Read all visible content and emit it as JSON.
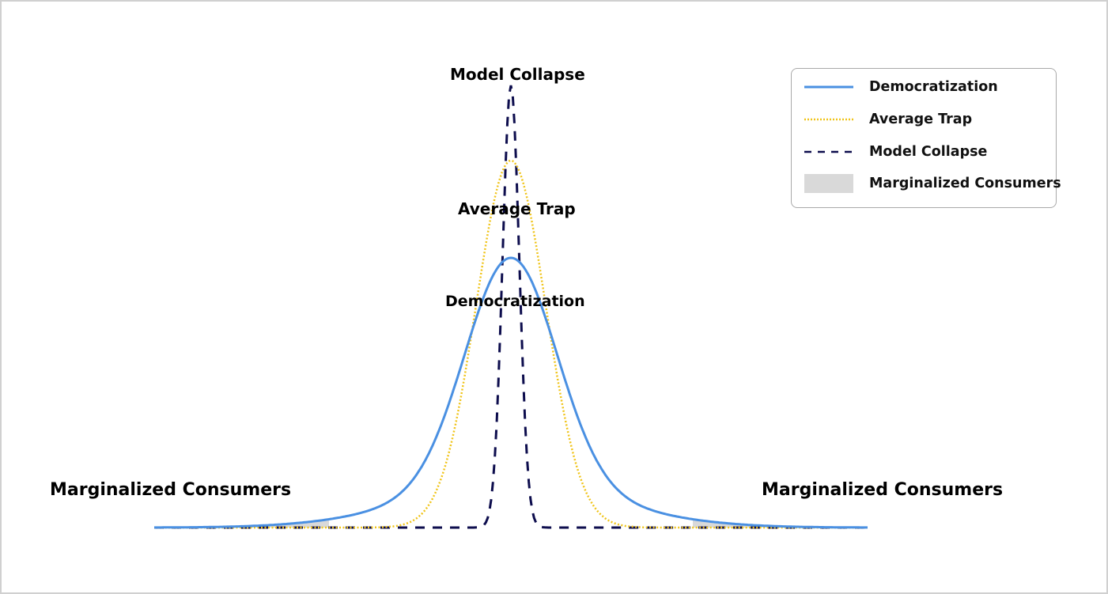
{
  "chart_data": {
    "type": "line",
    "title": "",
    "xlabel": "",
    "ylabel": "",
    "axes_visible": false,
    "grid": false,
    "legend_position": "upper right",
    "x_range": [
      -1,
      1
    ],
    "baseline": 0,
    "series": [
      {
        "name": "Democratization",
        "style": "solid",
        "color": "#4a90e2",
        "shape": "heavy-tailed bell",
        "peak_height": 0.61,
        "width_sigma": 0.26
      },
      {
        "name": "Average Trap",
        "style": "dotted",
        "color": "#f0c419",
        "shape": "gaussian",
        "peak_height": 0.83,
        "width_sigma": 0.195
      },
      {
        "name": "Model Collapse",
        "style": "dashed",
        "color": "#0d0d4d",
        "shape": "narrow gaussian",
        "peak_height": 1.0,
        "width_sigma": 0.047
      }
    ],
    "shaded_regions": [
      {
        "name": "Marginalized Consumers",
        "x_from": -1.0,
        "x_to": -0.51,
        "under": "Democratization",
        "color": "#d9d9d9"
      },
      {
        "name": "Marginalized Consumers",
        "x_from": 0.51,
        "x_to": 1.0,
        "under": "Democratization",
        "color": "#d9d9d9"
      }
    ],
    "annotations": [
      {
        "text": "Model Collapse",
        "at": "peak of Model Collapse"
      },
      {
        "text": "Average Trap",
        "at": "below peak of Average Trap"
      },
      {
        "text": "Democratization",
        "at": "below peak of Democratization"
      },
      {
        "text": "Marginalized Consumers",
        "at": "left tail"
      },
      {
        "text": "Marginalized Consumers",
        "at": "right tail"
      }
    ]
  },
  "annotations": {
    "model_collapse": "Model Collapse",
    "average_trap": "Average Trap",
    "democratization": "Democratization",
    "marginalized_left": "Marginalized Consumers",
    "marginalized_right": "Marginalized Consumers"
  },
  "legend": {
    "items": [
      {
        "label": "Democratization",
        "color": "#4a90e2",
        "style": "solid"
      },
      {
        "label": "Average Trap",
        "color": "#f0c419",
        "style": "dotted"
      },
      {
        "label": "Model Collapse",
        "color": "#0d0d4d",
        "style": "dashed"
      },
      {
        "label": "Marginalized Consumers",
        "color": "#d9d9d9",
        "style": "fill"
      }
    ]
  }
}
